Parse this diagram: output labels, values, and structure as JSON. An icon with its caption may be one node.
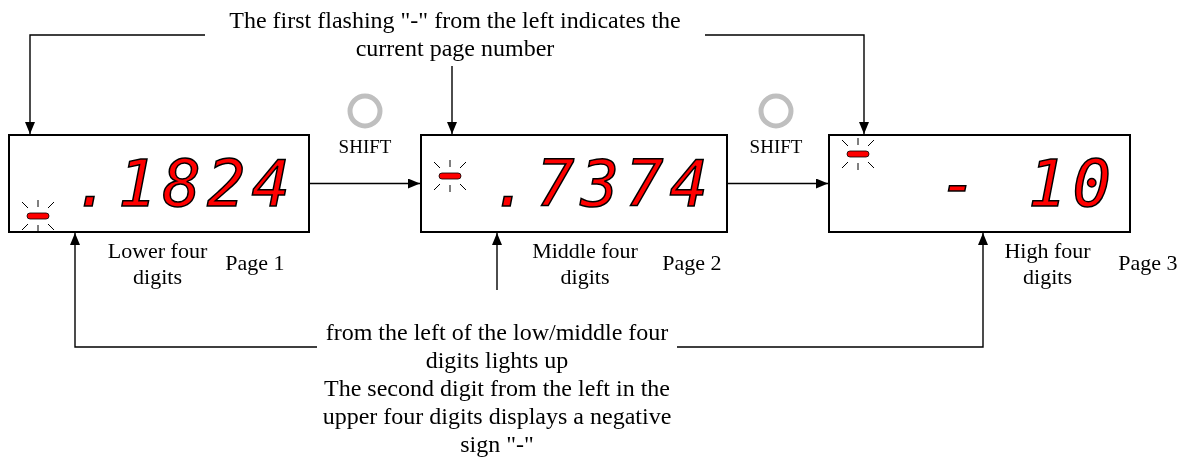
{
  "diagram": {
    "nodes": [
      {
        "text": [
          ".1824"
        ],
        "beside": [
          "Lower four digits",
          "Page 1"
        ]
      },
      {
        "text": [
          ".7374"
        ],
        "beside": [
          "Middle four digits",
          "Page 2"
        ]
      },
      {
        "text": [
          "- 10"
        ],
        "beside": [
          "High four digits",
          "Page 3"
        ]
      },
      {
        "text": [
          "The first flashing \"-\" from the left indicates the current page number"
        ]
      },
      {
        "text": [
          "from the left of the low/middle four digits lights up",
          "The second digit from the left in the upper four digits displays a negative sign \"-\""
        ]
      }
    ],
    "edges": [
      {
        "from": 0,
        "to": 1,
        "arrow": "to",
        "label": "SHIFT"
      },
      {
        "from": 1,
        "to": 2,
        "arrow": "to",
        "label": "SHIFT"
      },
      {
        "from": 3,
        "to": 0,
        "arrow": "to"
      },
      {
        "from": 3,
        "to": 1,
        "arrow": "to"
      },
      {
        "from": 3,
        "to": 2,
        "arrow": "to"
      },
      {
        "from": 4,
        "to": 0,
        "arrow": "to"
      },
      {
        "from": 4,
        "to": 2,
        "arrow": "to"
      },
      {
        "from": null,
        "to": 1,
        "arrow": "to"
      }
    ]
  }
}
